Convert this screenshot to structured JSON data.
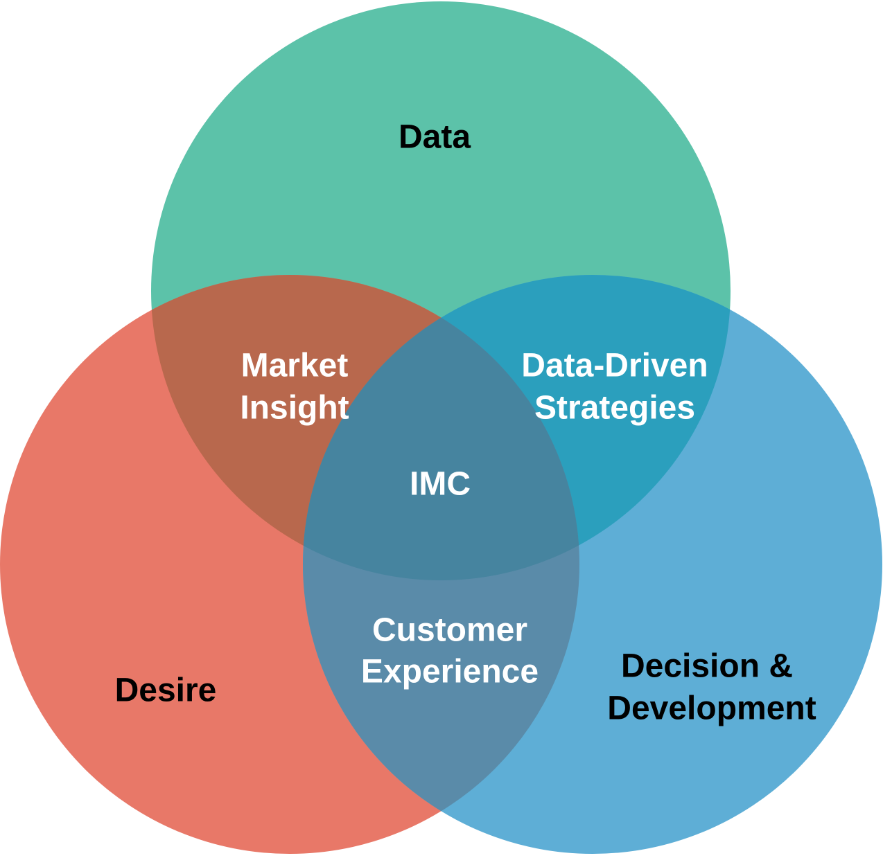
{
  "sets": {
    "data": {
      "label": "Data",
      "color": "#5CC2A9"
    },
    "desire": {
      "label": "Desire",
      "color": "#E87868"
    },
    "decision": {
      "label_line1": "Decision &",
      "label_line2": "Development",
      "color": "#5EAED6"
    }
  },
  "intersections": {
    "market_insight": {
      "line1": "Market",
      "line2": "Insight",
      "color": "#B8684D"
    },
    "data_driven": {
      "line1": "Data-Driven",
      "line2": "Strategies",
      "color": "#2B9FBD"
    },
    "customer_experience": {
      "line1": "Customer",
      "line2": "Experience",
      "color": "#5A8BA9"
    },
    "center": {
      "label": "IMC",
      "color": "#46849F"
    }
  }
}
